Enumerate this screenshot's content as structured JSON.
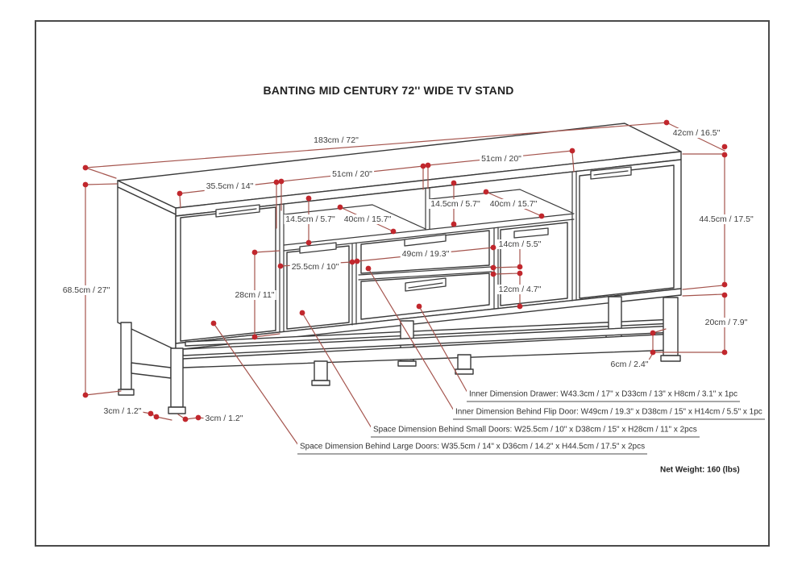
{
  "title": "BANTING MID CENTURY 72'' WIDE TV STAND",
  "dims": {
    "w183": "183cm / 72\"",
    "d42": "42cm / 16.5\"",
    "w51_left": "51cm / 20\"",
    "w51_right": "51cm / 20\"",
    "w355": "35.5cm / 14\"",
    "h145_left": "14.5cm / 5.7\"",
    "d40_left": "40cm / 15.7\"",
    "h145_right": "14.5cm / 5.7\"",
    "d40_right": "40cm / 15.7\"",
    "h445": "44.5cm / 17.5\"",
    "h685": "68.5cm / 27\"",
    "w255": "25.5cm / 10\"",
    "w49": "49cm / 19.3\"",
    "h14": "14cm / 5.5\"",
    "h28": "28cm / 11\"",
    "h12": "12cm / 4.7\"",
    "h20": "20cm / 7.9\"",
    "h6": "6cm / 2.4\"",
    "h3_left": "3cm / 1.2\"",
    "h3_right": "3cm / 1.2\""
  },
  "annotations": {
    "drawer": "Inner Dimension Drawer: W43.3cm / 17\" x D33cm / 13\" x H8cm / 3.1\" x 1pc",
    "flip_door": "Inner Dimension Behind Flip Door: W49cm / 19.3\" x D38cm / 15\" x H14cm / 5.5\" x 1pc",
    "small_doors": "Space Dimension Behind Small Doors: W25.5cm / 10\" x D38cm / 15\" x H28cm / 11\" x 2pcs",
    "large_doors": "Space Dimension Behind Large Doors: W35.5cm / 14\" x D36cm / 14.2\" x H44.5cm / 17.5\" x 2pcs",
    "net_weight": "Net Weight: 160 (lbs)"
  },
  "colors": {
    "dimension_line": "#a5554e",
    "dimension_dot": "#c1272d",
    "drawing_line": "#3a3a3a",
    "label_text": "#3d3d3d",
    "background": "#ffffff",
    "page_border": "#4a4a4a"
  }
}
